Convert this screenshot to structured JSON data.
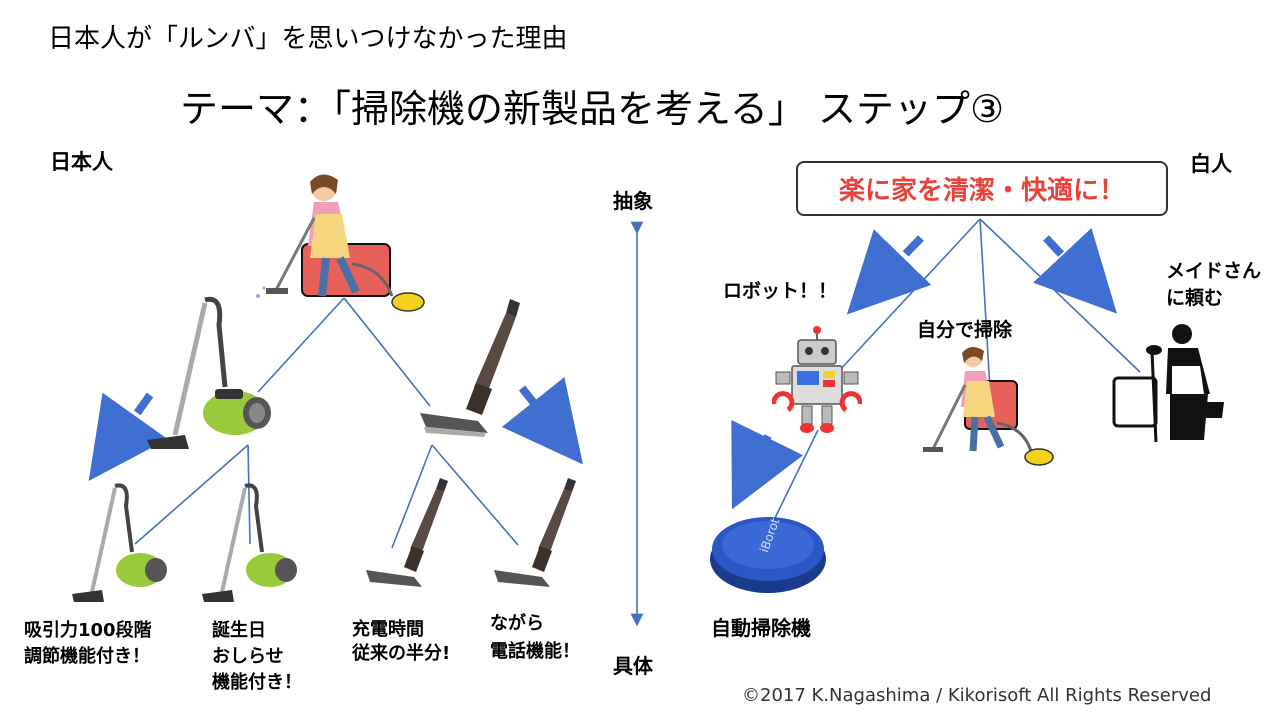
{
  "header": {
    "title": "日本人が「ルンバ」を思いつけなかった理由",
    "subtitle": "テーマ：「掃除機の新製品を考える」 ステップ③"
  },
  "japan": {
    "label": "日本人",
    "leaf_labels": [
      "吸引力100段階\n調節機能付き！",
      "誕生日\nおしらせ\n機能付き！",
      "充電時間\n従来の半分!",
      "ながら\n電話機能！"
    ]
  },
  "axis": {
    "top_label": "抽象",
    "bottom_label": "具体"
  },
  "western": {
    "label": "白人",
    "goal": "楽に家を清潔・快適に！",
    "branches": [
      "ロボット！！",
      "自分で掃除",
      "メイドさん\nに頼む"
    ],
    "product": "自動掃除機",
    "robot_brand": "iBorot"
  },
  "footer": {
    "copyright": "©2017 K.Nagashima / Kikorisoft All Rights Reserved"
  },
  "colors": {
    "line": "#4472c4",
    "arrow": "#3f6fd1",
    "goal_text": "#e8433a",
    "mop_box": "#e8605a"
  }
}
